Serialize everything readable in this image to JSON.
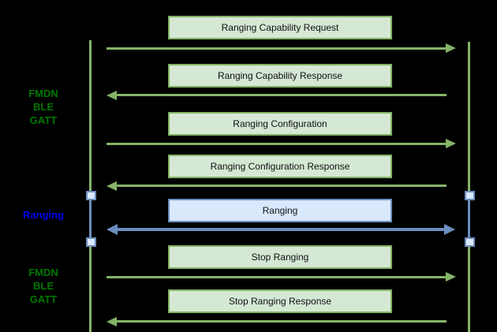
{
  "diagram": {
    "title": "FMDN BLE GATT ranging sequence",
    "background_color": "#000000",
    "colors": {
      "green_box_fill": "#d5e8d4",
      "green_box_border": "#82b366",
      "green_arrow": "#85b468",
      "blue_box_fill": "#dae8fc",
      "blue_box_border": "#6c8ebf",
      "blue_arrow": "#6c8ebf",
      "phase_label_green": "#007700",
      "phase_label_blue": "#0000ee",
      "box_text": "#111111"
    },
    "phases": [
      {
        "name": "fmdn-ble-gatt-top",
        "lines": [
          "FMDN",
          "BLE",
          "GATT"
        ],
        "style": "green"
      },
      {
        "name": "ranging",
        "lines": [
          "Ranging"
        ],
        "style": "blue"
      },
      {
        "name": "fmdn-ble-gatt-bottom",
        "lines": [
          "FMDN",
          "BLE",
          "GATT"
        ],
        "style": "green"
      }
    ],
    "messages": [
      {
        "label": "Ranging Capability Request",
        "direction": "right",
        "style": "green"
      },
      {
        "label": "Ranging Capability Response",
        "direction": "left",
        "style": "green"
      },
      {
        "label": "Ranging Configuration",
        "direction": "right",
        "style": "green"
      },
      {
        "label": "Ranging Configuration Response",
        "direction": "left",
        "style": "green"
      },
      {
        "label": "Ranging",
        "direction": "both",
        "style": "blue"
      },
      {
        "label": "Stop Ranging",
        "direction": "right",
        "style": "green"
      },
      {
        "label": "Stop Ranging Response",
        "direction": "left",
        "style": "green"
      }
    ]
  }
}
